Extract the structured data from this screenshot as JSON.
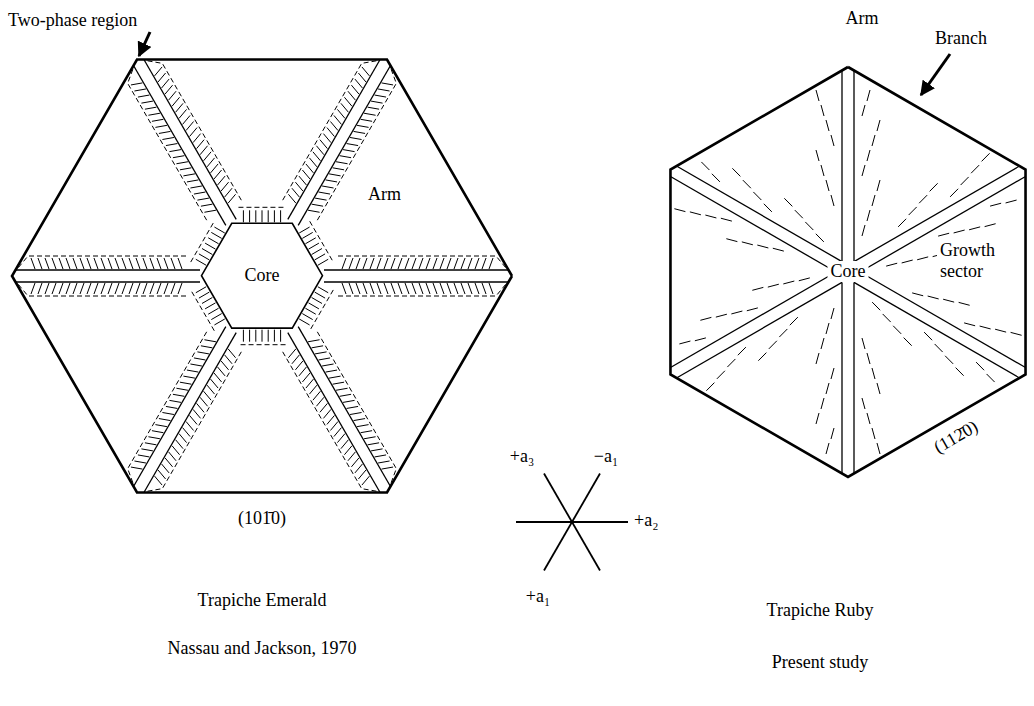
{
  "diagram": {
    "nodes": [
      {
        "text": [
          "Core"
        ]
      }
    ],
    "labels": [
      "Two-phase region",
      "Arm",
      "(101̄0)",
      "Trapiche Emerald",
      "Nassau and Jackson, 1970",
      "+a₃",
      "−a₁",
      "+a₂",
      "+a₁",
      "Arm",
      "Branch",
      "Core",
      "Growth sector",
      "(112̄0)",
      "Trapiche Ruby",
      "Present study"
    ]
  }
}
